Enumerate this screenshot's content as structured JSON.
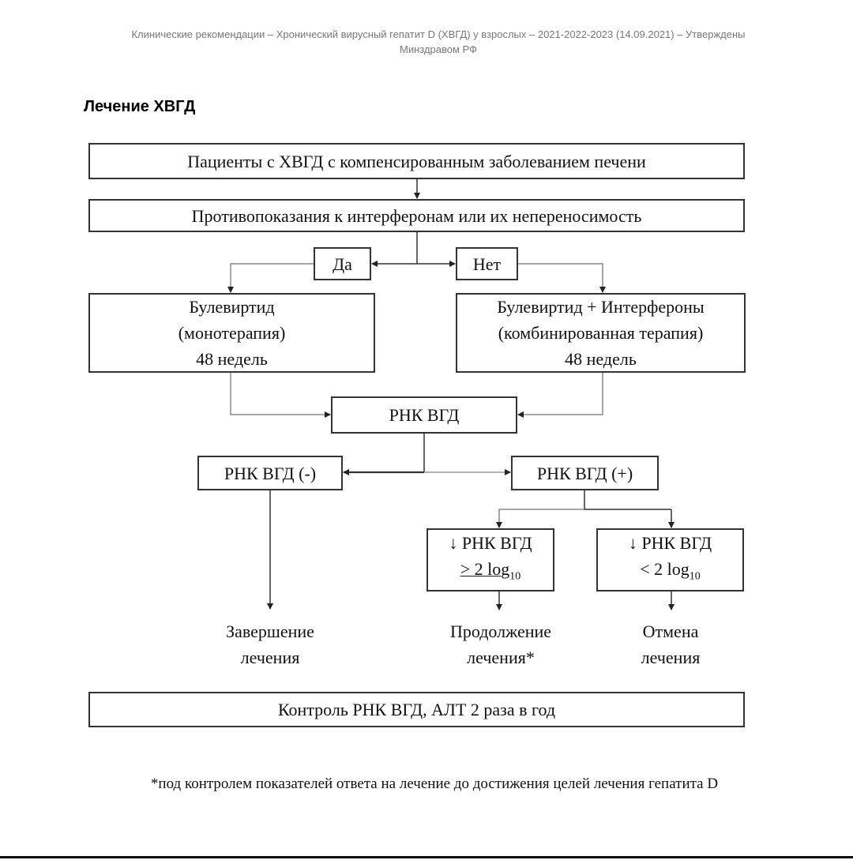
{
  "header": {
    "line1": "Клинические рекомендации – Хронический вирусный гепатит D (ХВГД) у взрослых – 2021-2022-2023 (14.09.2021) – Утверждены",
    "line2": "Минздравом РФ"
  },
  "title": "Лечение ХВГД",
  "flow": {
    "patients": "Пациенты с ХВГД с компенсированным заболеванием печени",
    "contra": "Противопоказания к интерферонам или их непереносимость",
    "yes": "Да",
    "no": "Нет",
    "mono": {
      "l1": "Булевиртид",
      "l2": "(монотерапия)",
      "l3": "48 недель"
    },
    "combo": {
      "l1": "Булевиртид + Интерфероны",
      "l2": "(комбинированная терапия)",
      "l3": "48 недель"
    },
    "rna": "РНК ВГД",
    "rna_neg": "РНК ВГД (-)",
    "rna_pos": "РНК ВГД (+)",
    "drop_ge": {
      "l1": "↓ РНК ВГД",
      "l2a": "> 2 log",
      "sub": "10"
    },
    "drop_lt": {
      "l1": "↓ РНК ВГД",
      "l2a": "< 2 log",
      "sub": "10"
    },
    "end": {
      "l1": "Завершение",
      "l2": "лечения"
    },
    "cont": {
      "l1": "Продолжение",
      "l2": "лечения*"
    },
    "stop": {
      "l1": "Отмена",
      "l2": "лечения"
    },
    "monitor": "Контроль РНК ВГД, АЛТ 2 раза в год"
  },
  "footnote": "*под контролем показателей ответа на лечение до достижения целей лечения гепатита D"
}
